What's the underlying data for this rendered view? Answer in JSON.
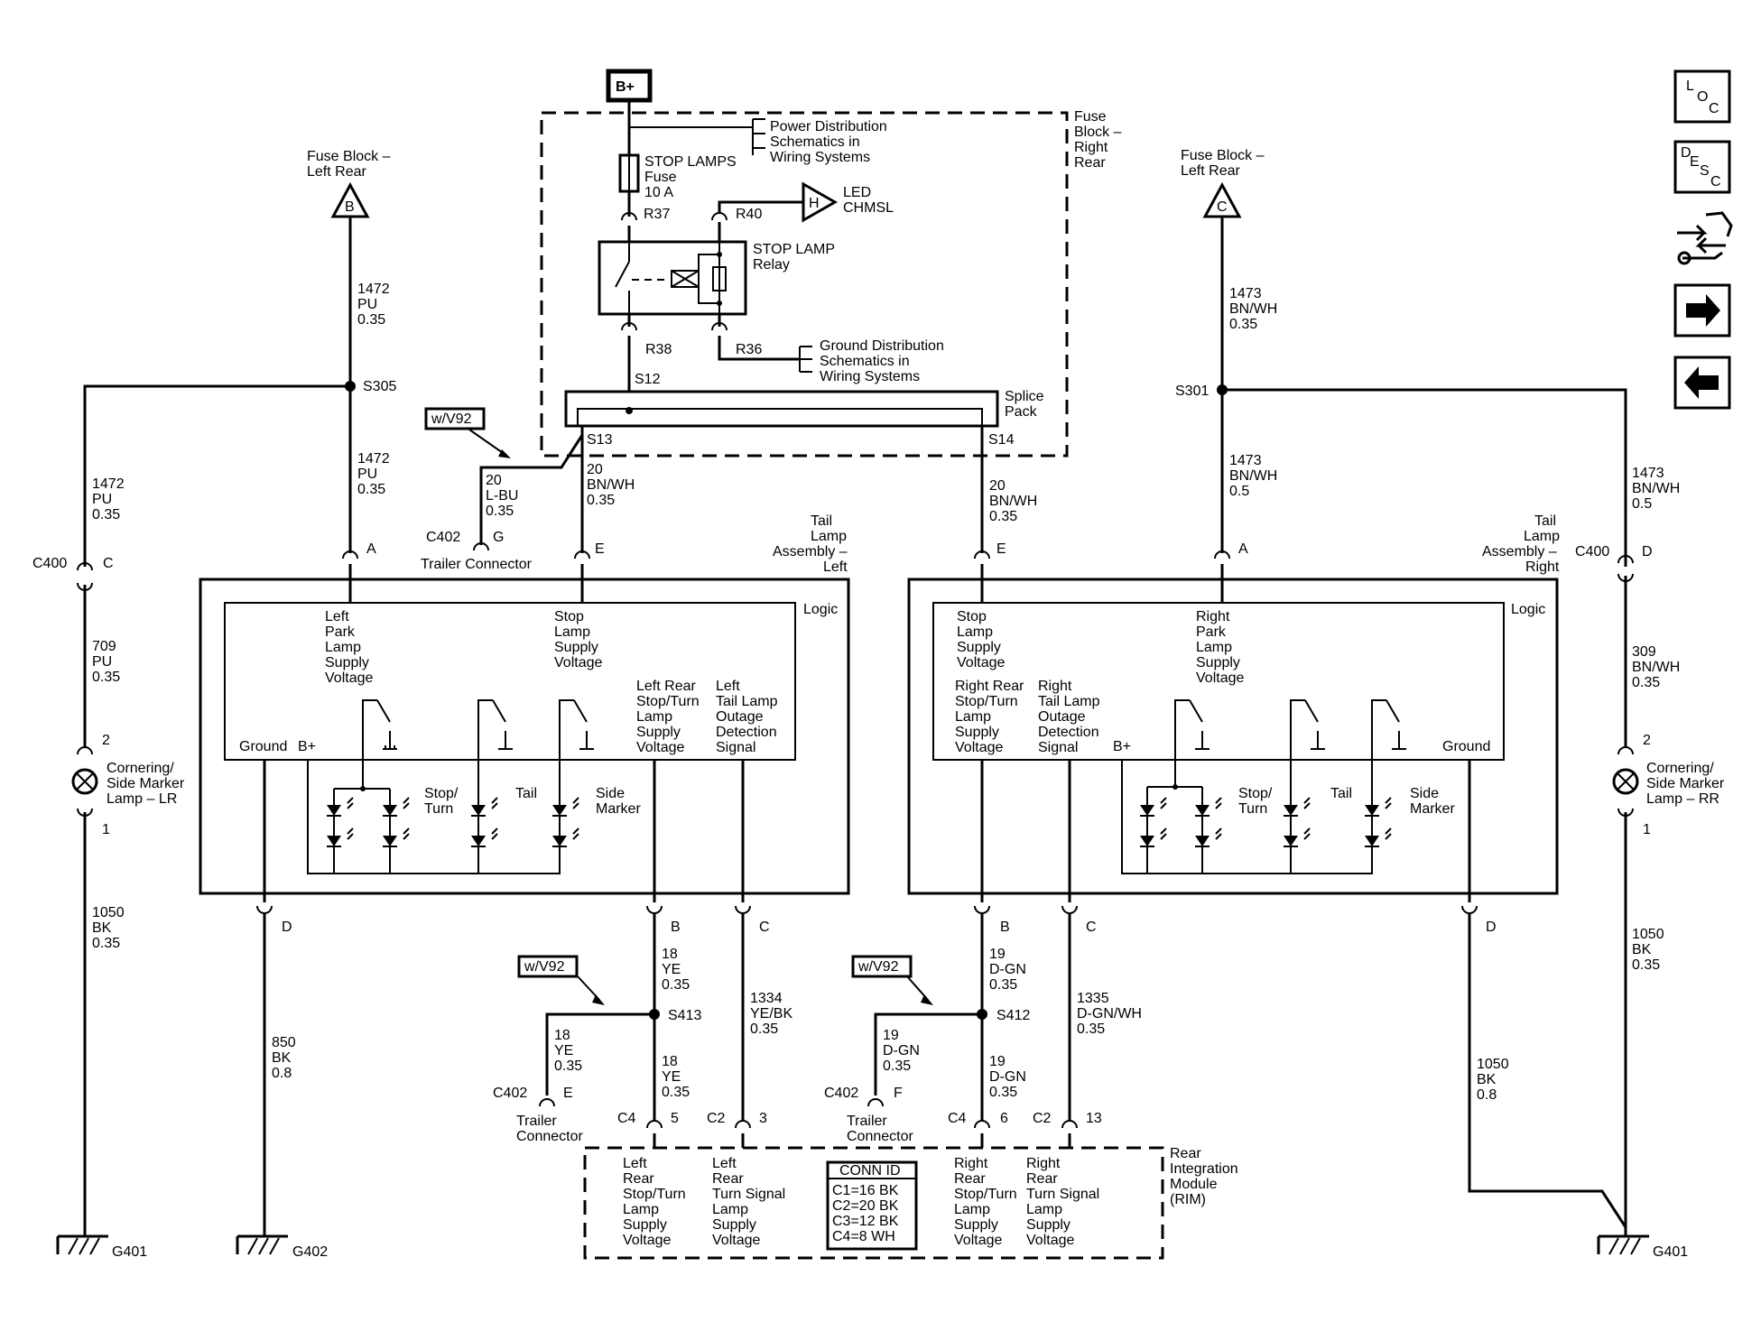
{
  "power": {
    "bplus": "B+"
  },
  "fuse_block_rr": {
    "title": "Fuse Block – Right Rear",
    "l1": "Fuse",
    "l2": "Block –",
    "l3": "Right",
    "l4": "Rear"
  },
  "power_dist": {
    "l1": "Power Distribution",
    "l2": "Schematics in",
    "l3": "Wiring Systems"
  },
  "ground_dist": {
    "l1": "Ground Distribution",
    "l2": "Schematics in",
    "l3": "Wiring Systems"
  },
  "fuse": {
    "l1": "STOP LAMPS",
    "l2": "Fuse",
    "l3": "10 A"
  },
  "relay": {
    "l1": "STOP LAMP",
    "l2": "Relay"
  },
  "led_chmsl": {
    "h": "H",
    "l1": "LED",
    "l2": "CHMSL"
  },
  "pins": {
    "r37": "R37",
    "r40": "R40",
    "r38": "R38",
    "r36": "R36"
  },
  "splice_pack": {
    "l1": "Splice",
    "l2": "Pack",
    "s12": "S12",
    "s13": "S13",
    "s14": "S14"
  },
  "fuse_block_lr_b": {
    "l1": "Fuse Block –",
    "l2": "Left Rear",
    "tri": "B"
  },
  "fuse_block_lr_c": {
    "l1": "Fuse Block –",
    "l2": "Left Rear",
    "tri": "C"
  },
  "wires": {
    "w1472a": {
      "n": "1472",
      "c": "PU",
      "g": "0.35"
    },
    "w1472b": {
      "n": "1472",
      "c": "PU",
      "g": "0.35"
    },
    "w1472c": {
      "n": "1472",
      "c": "PU",
      "g": "0.35"
    },
    "w1473a": {
      "n": "1473",
      "c": "BN/WH",
      "g": "0.35"
    },
    "w1473b": {
      "n": "1473",
      "c": "BN/WH",
      "g": "0.5"
    },
    "w1473c": {
      "n": "1473",
      "c": "BN/WH",
      "g": "0.5"
    },
    "w20lbu": {
      "n": "20",
      "c": "L-BU",
      "g": "0.35"
    },
    "w20bnwh_l": {
      "n": "20",
      "c": "BN/WH",
      "g": "0.35"
    },
    "w20bnwh_r": {
      "n": "20",
      "c": "BN/WH",
      "g": "0.35"
    },
    "w709": {
      "n": "709",
      "c": "PU",
      "g": "0.35"
    },
    "w309": {
      "n": "309",
      "c": "BN/WH",
      "g": "0.35"
    },
    "w1050l": {
      "n": "1050",
      "c": "BK",
      "g": "0.35"
    },
    "w1050r": {
      "n": "1050",
      "c": "BK",
      "g": "0.35"
    },
    "w1050d": {
      "n": "1050",
      "c": "BK",
      "g": "0.8"
    },
    "w850": {
      "n": "850",
      "c": "BK",
      "g": "0.8"
    },
    "w18a": {
      "n": "18",
      "c": "YE",
      "g": "0.35"
    },
    "w18b": {
      "n": "18",
      "c": "YE",
      "g": "0.35"
    },
    "w18c": {
      "n": "18",
      "c": "YE",
      "g": "0.35"
    },
    "w1334": {
      "n": "1334",
      "c": "YE/BK",
      "g": "0.35"
    },
    "w19a": {
      "n": "19",
      "c": "D-GN",
      "g": "0.35"
    },
    "w19b": {
      "n": "19",
      "c": "D-GN",
      "g": "0.35"
    },
    "w19c": {
      "n": "19",
      "c": "D-GN",
      "g": "0.35"
    },
    "w1335": {
      "n": "1335",
      "c": "D-GN/WH",
      "g": "0.35"
    }
  },
  "splices": {
    "s305": "S305",
    "s301": "S301",
    "s413": "S413",
    "s412": "S412"
  },
  "options": {
    "wv92": "w/V92"
  },
  "connectors": {
    "c400": "C400",
    "c402": "C402",
    "c4": "C4",
    "c2": "C2",
    "pinC": "C",
    "pinD": "D",
    "pinA": "A",
    "pinE": "E",
    "pinG": "G",
    "pinB": "B",
    "pinF": "F",
    "pin2": "2",
    "pin1": "1",
    "pin5": "5",
    "pin3": "3",
    "pin6": "6",
    "pin13": "13",
    "trailer": "Trailer Connector",
    "trailer1": "Trailer",
    "trailer2": "Connector"
  },
  "left_tail": {
    "l1": "Tail",
    "l2": "Lamp",
    "l3": "Assembly –",
    "l4": "Left",
    "logic": "Logic",
    "park": [
      "Left",
      "Park",
      "Lamp",
      "Supply",
      "Voltage"
    ],
    "stop": [
      "Stop",
      "Lamp",
      "Supply",
      "Voltage"
    ],
    "lrst": [
      "Left Rear",
      "Stop/Turn",
      "Lamp",
      "Supply",
      "Voltage"
    ],
    "ltl": [
      "Left",
      "Tail Lamp",
      "Outage",
      "Detection",
      "Signal"
    ],
    "ground": "Ground",
    "bplus": "B+",
    "stopturn": [
      "Stop/",
      "Turn"
    ],
    "tail": "Tail",
    "side": [
      "Side",
      "Marker"
    ]
  },
  "right_tail": {
    "l1": "Tail",
    "l2": "Lamp",
    "l3": "Assembly –",
    "l4": "Right",
    "logic": "Logic",
    "stop": [
      "Stop",
      "Lamp",
      "Supply",
      "Voltage"
    ],
    "park": [
      "Right",
      "Park",
      "Lamp",
      "Supply",
      "Voltage"
    ],
    "rrst": [
      "Right Rear",
      "Stop/Turn",
      "Lamp",
      "Supply",
      "Voltage"
    ],
    "rtl": [
      "Right",
      "Tail Lamp",
      "Outage",
      "Detection",
      "Signal"
    ],
    "ground": "Ground",
    "bplus": "B+",
    "stopturn": [
      "Stop/",
      "Turn"
    ],
    "tail": "Tail",
    "side": [
      "Side",
      "Marker"
    ]
  },
  "lamp_lr": [
    "Cornering/",
    "Side Marker",
    "Lamp – LR"
  ],
  "lamp_rr": [
    "Cornering/",
    "Side Marker",
    "Lamp – RR"
  ],
  "grounds": {
    "g401": "G401",
    "g402": "G402"
  },
  "rim": {
    "l1": "Rear",
    "l2": "Integration",
    "l3": "Module",
    "l4": "(RIM)",
    "col1": [
      "Left",
      "Rear",
      "Stop/Turn",
      "Lamp",
      "Supply",
      "Voltage"
    ],
    "col2": [
      "Left",
      "Rear",
      "Turn Signal",
      "Lamp",
      "Supply",
      "Voltage"
    ],
    "col3": [
      "Right",
      "Rear",
      "Stop/Turn",
      "Lamp",
      "Supply",
      "Voltage"
    ],
    "col4": [
      "Right",
      "Rear",
      "Turn Signal",
      "Lamp",
      "Supply",
      "Voltage"
    ],
    "conn_id": "CONN ID",
    "c1": "C1=16 BK",
    "c2": "C2=20 BK",
    "c3": "C3=12 BK",
    "c4": "C4=8 WH"
  },
  "nav": {
    "loc": {
      "l": "L",
      "o": "O",
      "c": "C"
    },
    "desc": {
      "d": "D",
      "e": "E",
      "s": "S",
      "c": "C"
    }
  }
}
